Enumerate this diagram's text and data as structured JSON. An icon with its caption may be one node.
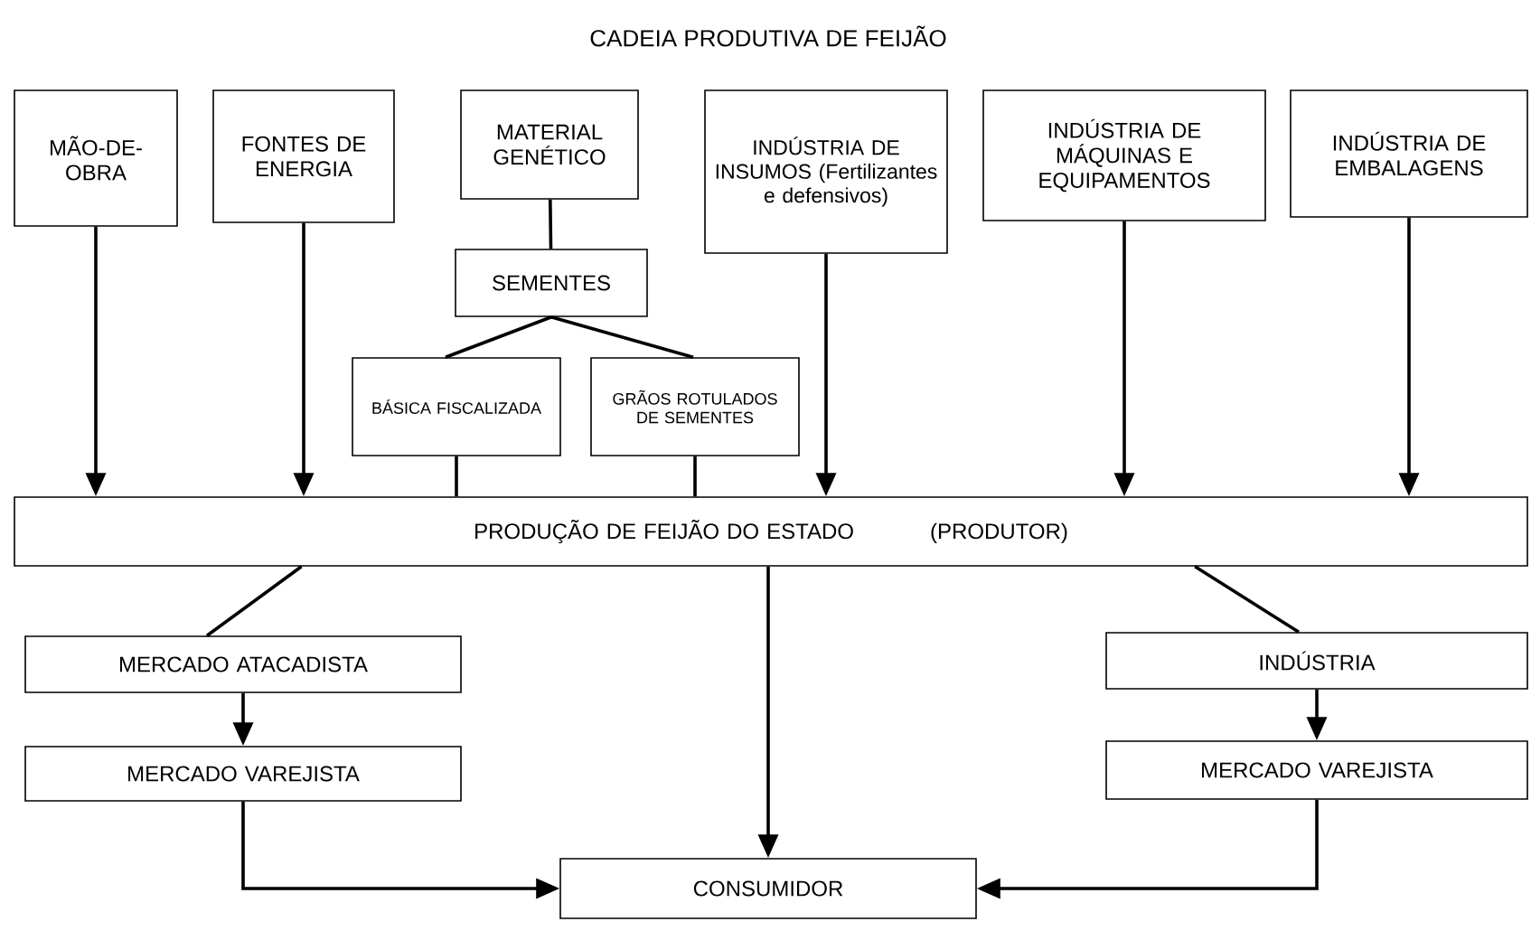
{
  "diagram": {
    "title": "CADEIA PRODUTIVA DE FEIJÃO",
    "nodes": [
      {
        "text": [
          "MÃO-DE-OBRA"
        ]
      },
      {
        "text": [
          "FONTES DE ENERGIA"
        ]
      },
      {
        "text": [
          "MATERIAL GENÉTICO"
        ]
      },
      {
        "text": [
          "INDÚSTRIA DE INSUMOS (Fertilizantes e defensivos)"
        ]
      },
      {
        "text": [
          "INDÚSTRIA DE MÁQUINAS E EQUIPAMENTOS"
        ]
      },
      {
        "text": [
          "INDÚSTRIA DE EMBALAGENS"
        ]
      },
      {
        "text": [
          "SEMENTES"
        ]
      },
      {
        "text": [
          "BÁSICA FISCALIZADA"
        ]
      },
      {
        "text": [
          "GRÃOS ROTULADOS DE SEMENTES"
        ]
      },
      {
        "text": [
          "PRODUÇÃO DE FEIJÃO DO ESTADO",
          "(PRODUTOR)"
        ]
      },
      {
        "text": [
          "MERCADO ATACADISTA"
        ]
      },
      {
        "text": [
          "INDÚSTRIA"
        ]
      },
      {
        "text": [
          "MERCADO VAREJISTA"
        ]
      },
      {
        "text": [
          "MERCADO VAREJISTA"
        ]
      },
      {
        "text": [
          "CONSUMIDOR"
        ]
      }
    ],
    "edges": [
      {
        "from": 0,
        "to": 9,
        "arrow": "to"
      },
      {
        "from": 1,
        "to": 9,
        "arrow": "to"
      },
      {
        "from": 2,
        "to": 6,
        "arrow": "none"
      },
      {
        "from": 6,
        "to": 7,
        "arrow": "none"
      },
      {
        "from": 6,
        "to": 8,
        "arrow": "none"
      },
      {
        "from": 7,
        "to": 9,
        "arrow": "none"
      },
      {
        "from": 8,
        "to": 9,
        "arrow": "none"
      },
      {
        "from": 3,
        "to": 9,
        "arrow": "to"
      },
      {
        "from": 4,
        "to": 9,
        "arrow": "to"
      },
      {
        "from": 5,
        "to": 9,
        "arrow": "to"
      },
      {
        "from": 9,
        "to": 10,
        "arrow": "none"
      },
      {
        "from": 9,
        "to": 14,
        "arrow": "to"
      },
      {
        "from": 9,
        "to": 11,
        "arrow": "none"
      },
      {
        "from": 10,
        "to": 12,
        "arrow": "to"
      },
      {
        "from": 11,
        "to": 13,
        "arrow": "to"
      },
      {
        "from": 12,
        "to": 14,
        "arrow": "to"
      },
      {
        "from": 13,
        "to": 14,
        "arrow": "to"
      }
    ]
  }
}
